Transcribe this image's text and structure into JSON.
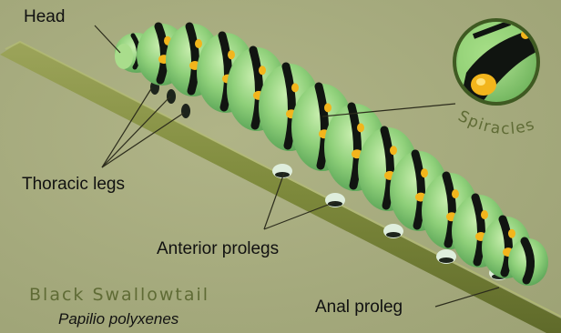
{
  "labels": {
    "head": "Head",
    "thoracic_legs": "Thoracic legs",
    "anterior_prolegs": "Anterior prolegs",
    "anal_proleg": "Anal proleg",
    "spiracles": "Spiracles"
  },
  "caption": {
    "common_name": "Black Swallowtail",
    "scientific_name": "Papilio polyxenes"
  },
  "colors": {
    "background": "#a5aa7d",
    "body_green": "#8fd07a",
    "stripe_black": "#111511",
    "spot_yellow": "#f2b51c",
    "caption_green": "#5f6b35"
  }
}
